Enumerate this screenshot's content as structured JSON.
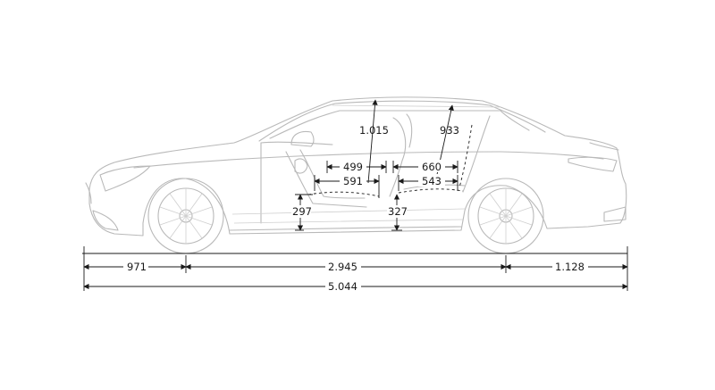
{
  "dimensions": {
    "headroom_front": "1.015",
    "headroom_rear": "933",
    "shoulder_front": "499",
    "legroom_front": "591",
    "shoulder_rear": "660",
    "legroom_rear": "543",
    "seat_height_front": "297",
    "seat_height_rear": "327",
    "front_overhang": "971",
    "wheelbase": "2.945",
    "rear_overhang": "1.128",
    "overall_length": "5.044"
  },
  "colors": {
    "drawing_line": "#b9b9b9",
    "dimension_line": "#1a1a1a",
    "background": "#ffffff"
  }
}
